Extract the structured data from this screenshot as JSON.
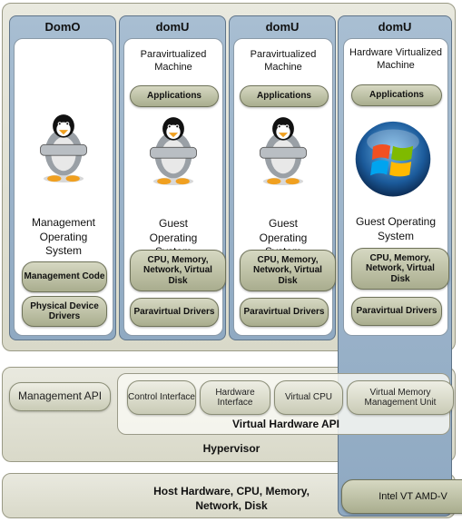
{
  "columns": [
    {
      "title": "DomO",
      "subtitle": "",
      "os_label": "Management Operating System",
      "top_pill": "",
      "pills": [
        "Management Code",
        "Physical Device Drivers"
      ]
    },
    {
      "title": "domU",
      "subtitle": "Paravirtualized Machine",
      "os_label": "Guest Operating System",
      "top_pill": "Applications",
      "pills": [
        "CPU, Memory, Network, Virtual Disk",
        "Paravirtual Drivers"
      ]
    },
    {
      "title": "domU",
      "subtitle": "Paravirtualized Machine",
      "os_label": "Guest Operating System",
      "top_pill": "Applications",
      "pills": [
        "CPU, Memory, Network, Virtual Disk",
        "Paravirtual Drivers"
      ]
    },
    {
      "title": "domU",
      "subtitle": "Hardware Virtualized Machine",
      "os_label": "Guest Operating System",
      "top_pill": "Applications",
      "pills": [
        "CPU, Memory, Network, Virtual Disk",
        "Paravirtual Drivers"
      ]
    }
  ],
  "hypervisor": {
    "label": "Hypervisor",
    "management_api": "Management API",
    "virtual_hardware_api": "Virtual Hardware API",
    "components": [
      "Control Interface",
      "Hardware Interface",
      "Virtual CPU",
      "Virtual Memory Management Unit"
    ]
  },
  "host": {
    "label": "Host Hardware, CPU, Memory, Network, Disk",
    "intel": "Intel VT AMD-V"
  },
  "icons": [
    "penguin-icon",
    "windows-logo-icon"
  ],
  "colors": {
    "column_blue": "#9bb3ca",
    "pill_olive": "#b7ba9c",
    "panel_beige": "#e3e3d6"
  }
}
